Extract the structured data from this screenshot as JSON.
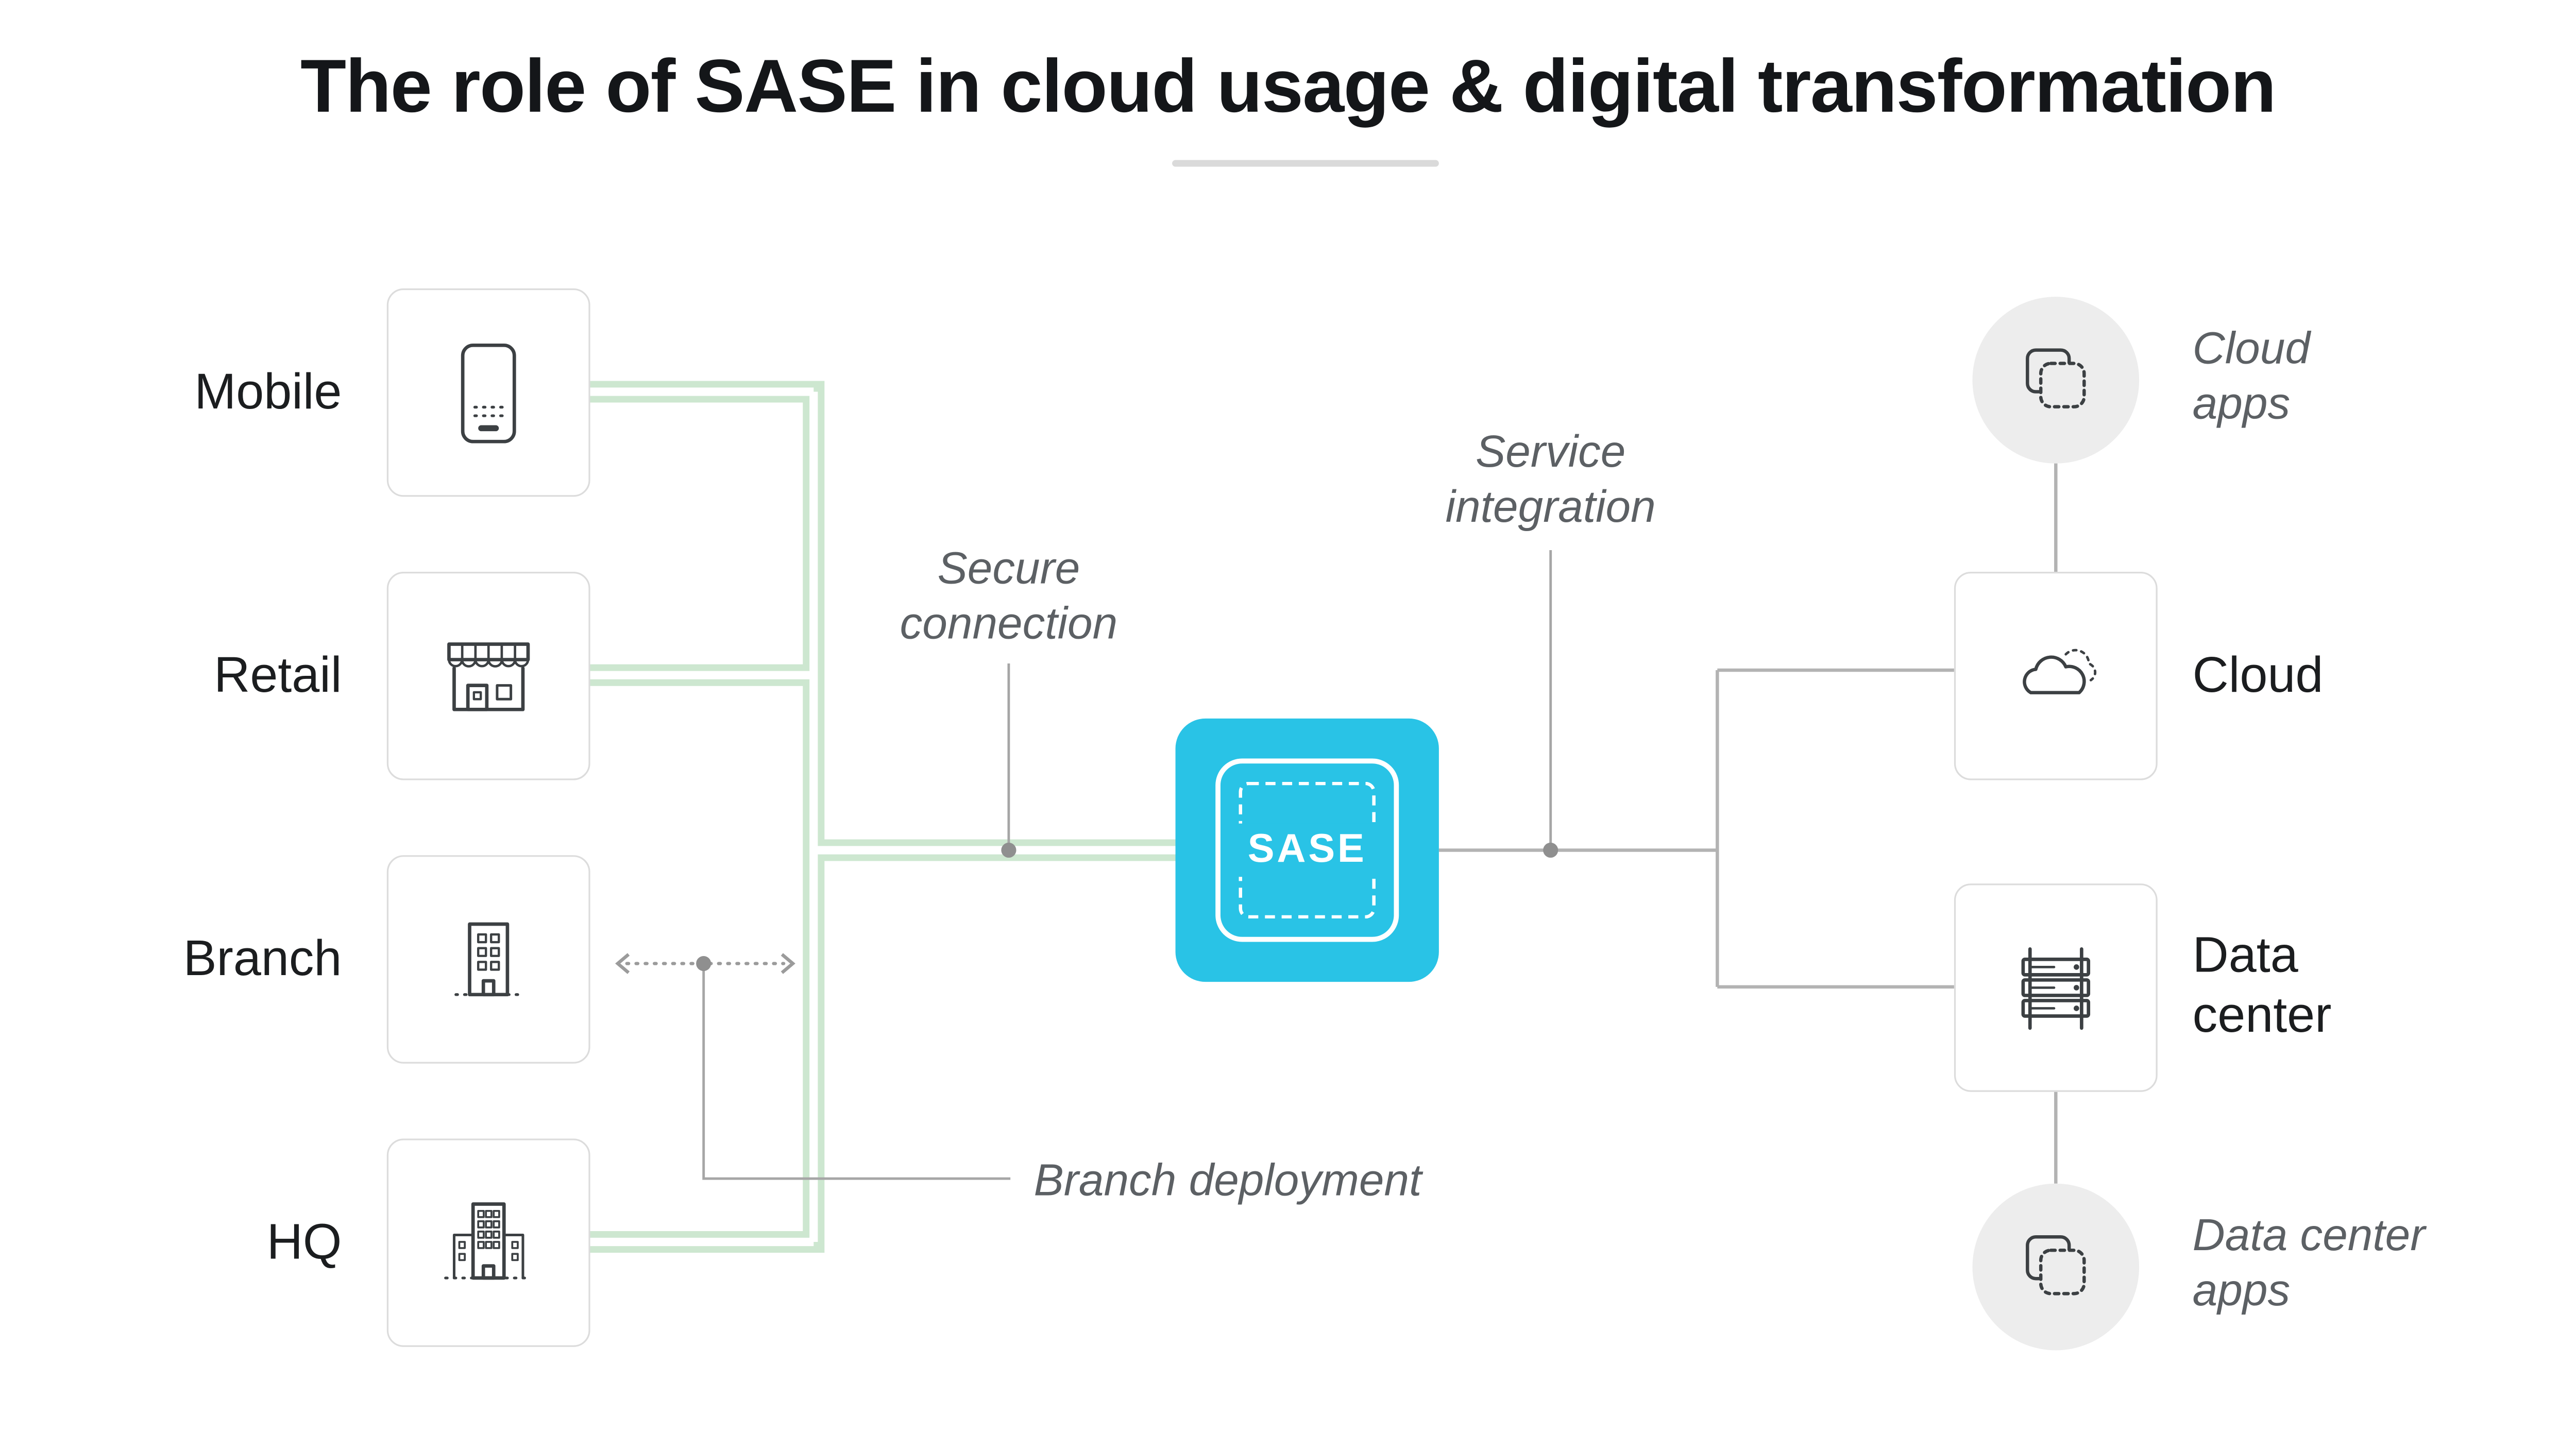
{
  "title": "The role of SASE in cloud usage & digital transformation",
  "sources": {
    "mobile": "Mobile",
    "retail": "Retail",
    "branch": "Branch",
    "hq": "HQ"
  },
  "hub": {
    "label": "SASE"
  },
  "destinations": {
    "cloud": "Cloud",
    "data_center": "Data center",
    "cloud_apps": "Cloud apps",
    "data_center_apps": "Data center apps"
  },
  "annotations": {
    "secure_connection": "Secure connection",
    "service_integration": "Service integration",
    "branch_deployment": "Branch deployment"
  },
  "colors": {
    "sase_fill": "#29C3E6",
    "pipe_green": "#CDE7D0",
    "connector_gray": "#B3B3B3",
    "dashed_gray": "#9B9B9B",
    "annotation_text": "#5C6064",
    "node_text": "#1B1D1F",
    "box_border": "#DCDCDC",
    "circle_fill": "#EDEDED",
    "icon_stroke": "#3C4043",
    "background": "#FFFFFF"
  }
}
